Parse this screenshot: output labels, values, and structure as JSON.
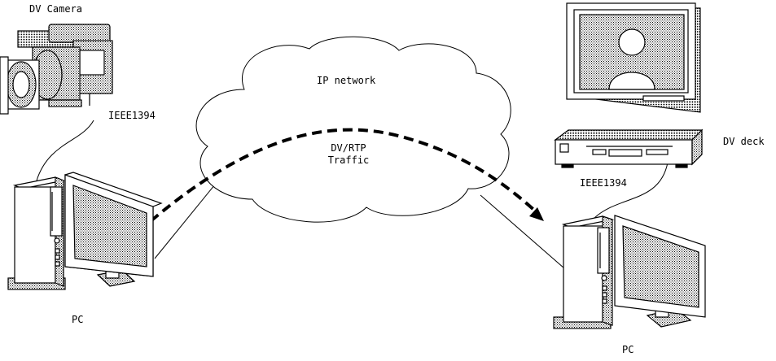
{
  "labels": {
    "camera": "DV Camera",
    "ieee_left": "IEEE1394",
    "network": "IP network",
    "traffic_line1": "DV/RTP",
    "traffic_line2": "Traffic",
    "pc_left": "PC",
    "ieee_right": "IEEE1394",
    "deck": "DV deck",
    "pc_right": "PC"
  },
  "icons": {
    "camera": "video-camera-icon",
    "pc_left": "desktop-computer-icon",
    "pc_right": "desktop-computer-icon",
    "monitor": "monitor-icon",
    "deck": "dv-deck-icon",
    "cloud": "cloud-icon",
    "arrow": "dashed-arrow-icon"
  }
}
